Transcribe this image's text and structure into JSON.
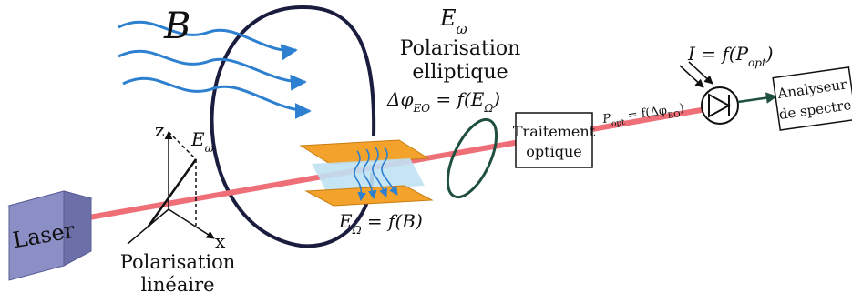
{
  "magnetic_field": {
    "symbol": "B"
  },
  "e_omega_top": {
    "main": "E",
    "sub": "ω"
  },
  "polarisation_elliptique": {
    "line1": "Polarisation",
    "line2": "elliptique"
  },
  "delta_phi_label": {
    "pre": "Δφ",
    "sub": "EO",
    "mid": " = f(E",
    "sub2": "Ω",
    "post": ")"
  },
  "e_omega_axes": {
    "main": "E",
    "sub": "ω"
  },
  "axes": {
    "z": "z",
    "x": "x"
  },
  "laser": {
    "label": "Laser"
  },
  "polarisation_lineaire": {
    "line1": "Polarisation",
    "line2": "linéaire"
  },
  "e_capital_omega": {
    "main": "E",
    "sub": "Ω",
    "post": " = f(B)"
  },
  "traitement_box": {
    "line1": "Traitement",
    "line2": "optique"
  },
  "p_opt_label": {
    "pre": "P",
    "sub": "opt",
    "mid": " = f(Δφ",
    "sub2": "EO",
    "post": ")"
  },
  "intensity_label": {
    "pre": "I = f(P",
    "sub": "opt",
    "post": ")"
  },
  "analyseur_box": {
    "line1": "Analyseur",
    "line2": "de spectre"
  },
  "colors": {
    "beam": "#ef6f78",
    "wave": "#2d7fd0",
    "plate": "#f3a22b",
    "crystal": "#bfe1f3",
    "loop": "#1b1d3f",
    "ellipse": "#1f4f3f",
    "laser_front": "#8c8fc5",
    "laser_top": "#b7b9e0",
    "laser_side": "#6d70a8"
  }
}
